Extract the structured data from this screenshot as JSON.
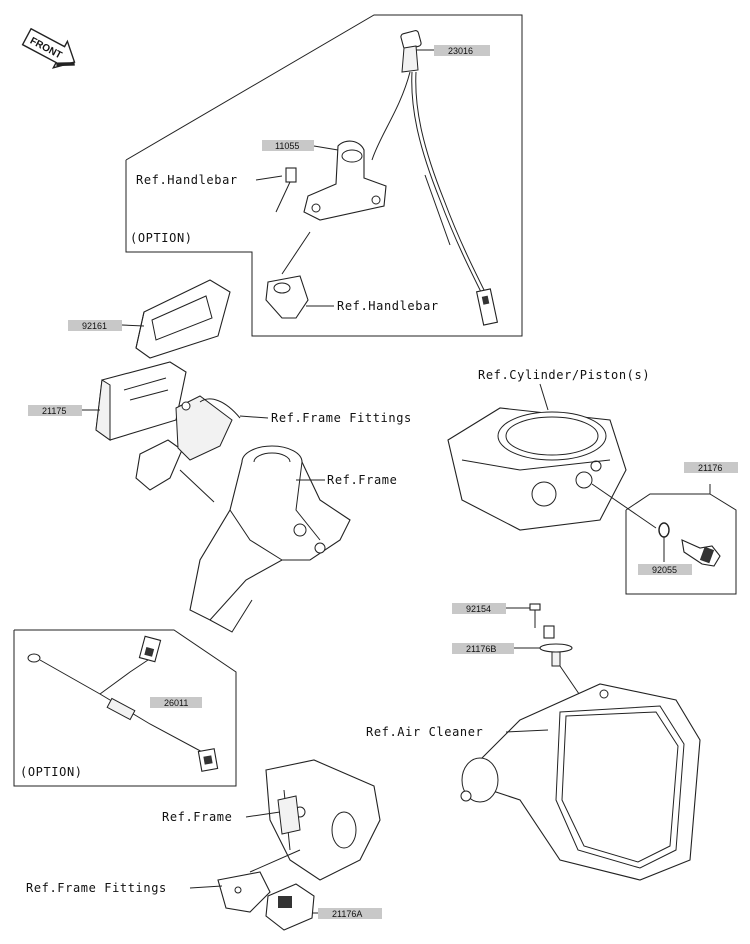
{
  "front_label": "FRONT",
  "part_numbers": {
    "p23016": "23016",
    "p11055": "11055",
    "p92161": "92161",
    "p21175": "21175",
    "p21176": "21176",
    "p92055": "92055",
    "p92154": "92154",
    "p21176B": "21176B",
    "p26011": "26011",
    "p21176A": "21176A"
  },
  "references": {
    "handlebar_top": "Ref.Handlebar",
    "handlebar_bottom": "Ref.Handlebar",
    "option_top": "(OPTION)",
    "frame_fittings_top": "Ref.Frame Fittings",
    "frame_top": "Ref.Frame",
    "cylinder": "Ref.Cylinder/Piston(s)",
    "air_cleaner": "Ref.Air Cleaner",
    "option_bottom": "(OPTION)",
    "frame_bottom": "Ref.Frame",
    "frame_fittings_bottom": "Ref.Frame Fittings"
  }
}
